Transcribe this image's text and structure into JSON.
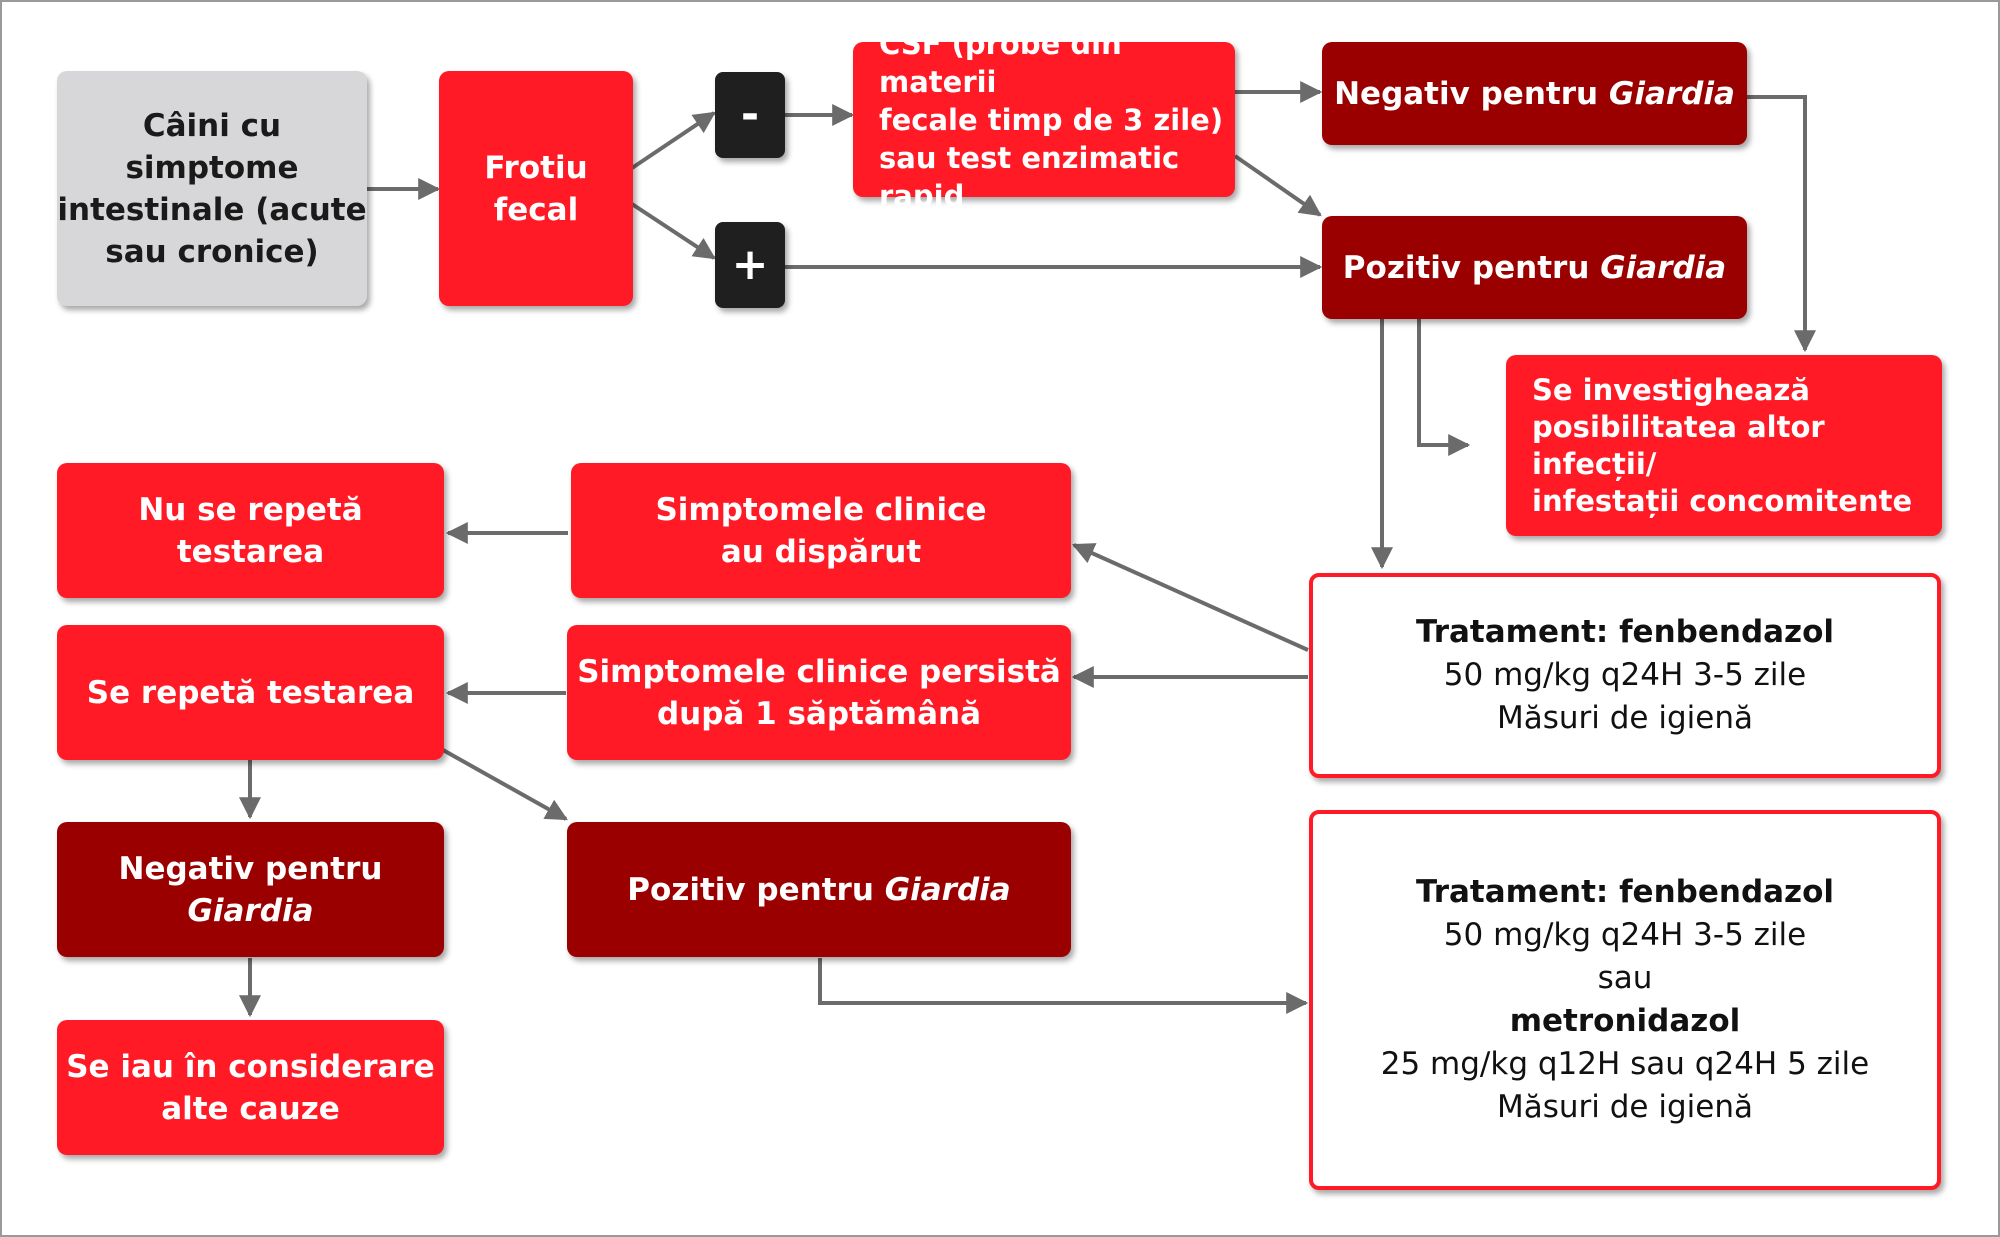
{
  "colors": {
    "red": "#ff1a26",
    "dark_red": "#9b0000",
    "grey": "#d7d7d9",
    "black": "#1f1f1f",
    "arrow": "#6b6b6b"
  },
  "nodes": {
    "dogs": {
      "lines": [
        "Câini cu",
        "simptome",
        "intestinale (acute",
        "sau cronice)"
      ]
    },
    "smear": {
      "lines": [
        "Frotiu",
        "fecal"
      ]
    },
    "minus": {
      "symbol": "-"
    },
    "plus": {
      "symbol": "+"
    },
    "csf": {
      "lines": [
        "CSF (probe din materii",
        "fecale timp de 3 zile)",
        "sau test enzimatic rapid"
      ]
    },
    "neg_top": {
      "text": "Negativ pentru ",
      "italic": "Giardia"
    },
    "pos_top": {
      "text": "Pozitiv pentru ",
      "italic": "Giardia"
    },
    "investigate": {
      "lines": [
        "Se investighează",
        "posibilitatea altor infecții/",
        "infestații concomitente"
      ]
    },
    "no_repeat": {
      "lines": [
        "Nu se repetă",
        "testarea"
      ]
    },
    "symptoms_gone": {
      "lines": [
        "Simptomele clinice",
        "au dispărut"
      ]
    },
    "repeat": {
      "text": "Se repetă testarea"
    },
    "symptoms_persist": {
      "lines": [
        "Simptomele clinice persistă",
        "după 1 săptămână"
      ]
    },
    "treatment1": {
      "bold": "Tratament: fenbendazol",
      "lines": [
        "50 mg/kg q24H 3-5 zile",
        "Măsuri de igienă"
      ]
    },
    "neg_bottom": {
      "text": "Negativ pentru",
      "italic": "Giardia"
    },
    "pos_bottom": {
      "text": "Pozitiv pentru ",
      "italic": "Giardia"
    },
    "other_causes": {
      "lines": [
        "Se iau în considerare",
        "alte cauze"
      ]
    },
    "treatment2": {
      "bold": "Tratament: fenbendazol",
      "line2": "50 mg/kg q24H 3-5 zile",
      "line3": "sau",
      "bold2": "metronidazol",
      "line5": "25 mg/kg q12H sau q24H 5 zile",
      "line6": "Măsuri de igienă"
    }
  }
}
